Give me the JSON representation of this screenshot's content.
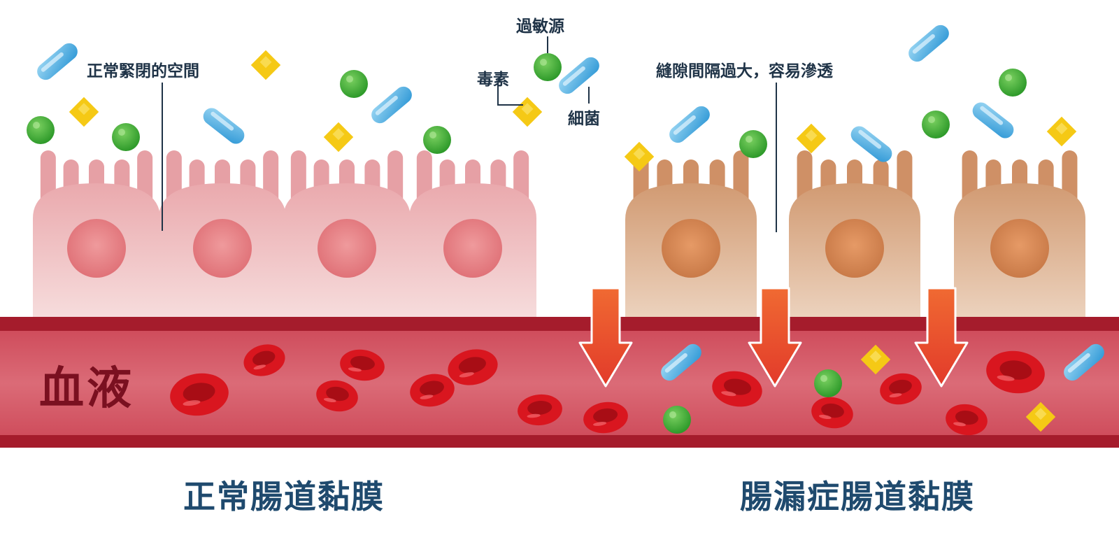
{
  "labels": {
    "normal_gap": "正常緊閉的空間",
    "allergen": "過敏源",
    "toxin": "毒素",
    "bacteria": "細菌",
    "leaky_gap": "縫隙間隔過大，容易滲透",
    "blood": "血液",
    "normal_title": "正常腸道黏膜",
    "leaky_title": "腸漏症腸道黏膜"
  },
  "colors": {
    "normal_cell": "#eeb4b8",
    "normal_nucleus": "#e27b80",
    "leaky_cell": "#d9a37e",
    "leaky_nucleus": "#cc7f4c",
    "vessel": "#d45a68",
    "vessel_wall": "#a51c2c",
    "red_cell": "#d9161f",
    "allergen": "#4fb83a",
    "toxin": "#f5c915",
    "bacteria": "#5ab7e6",
    "arrow": "#e8452c",
    "title": "#1f4a6e"
  }
}
